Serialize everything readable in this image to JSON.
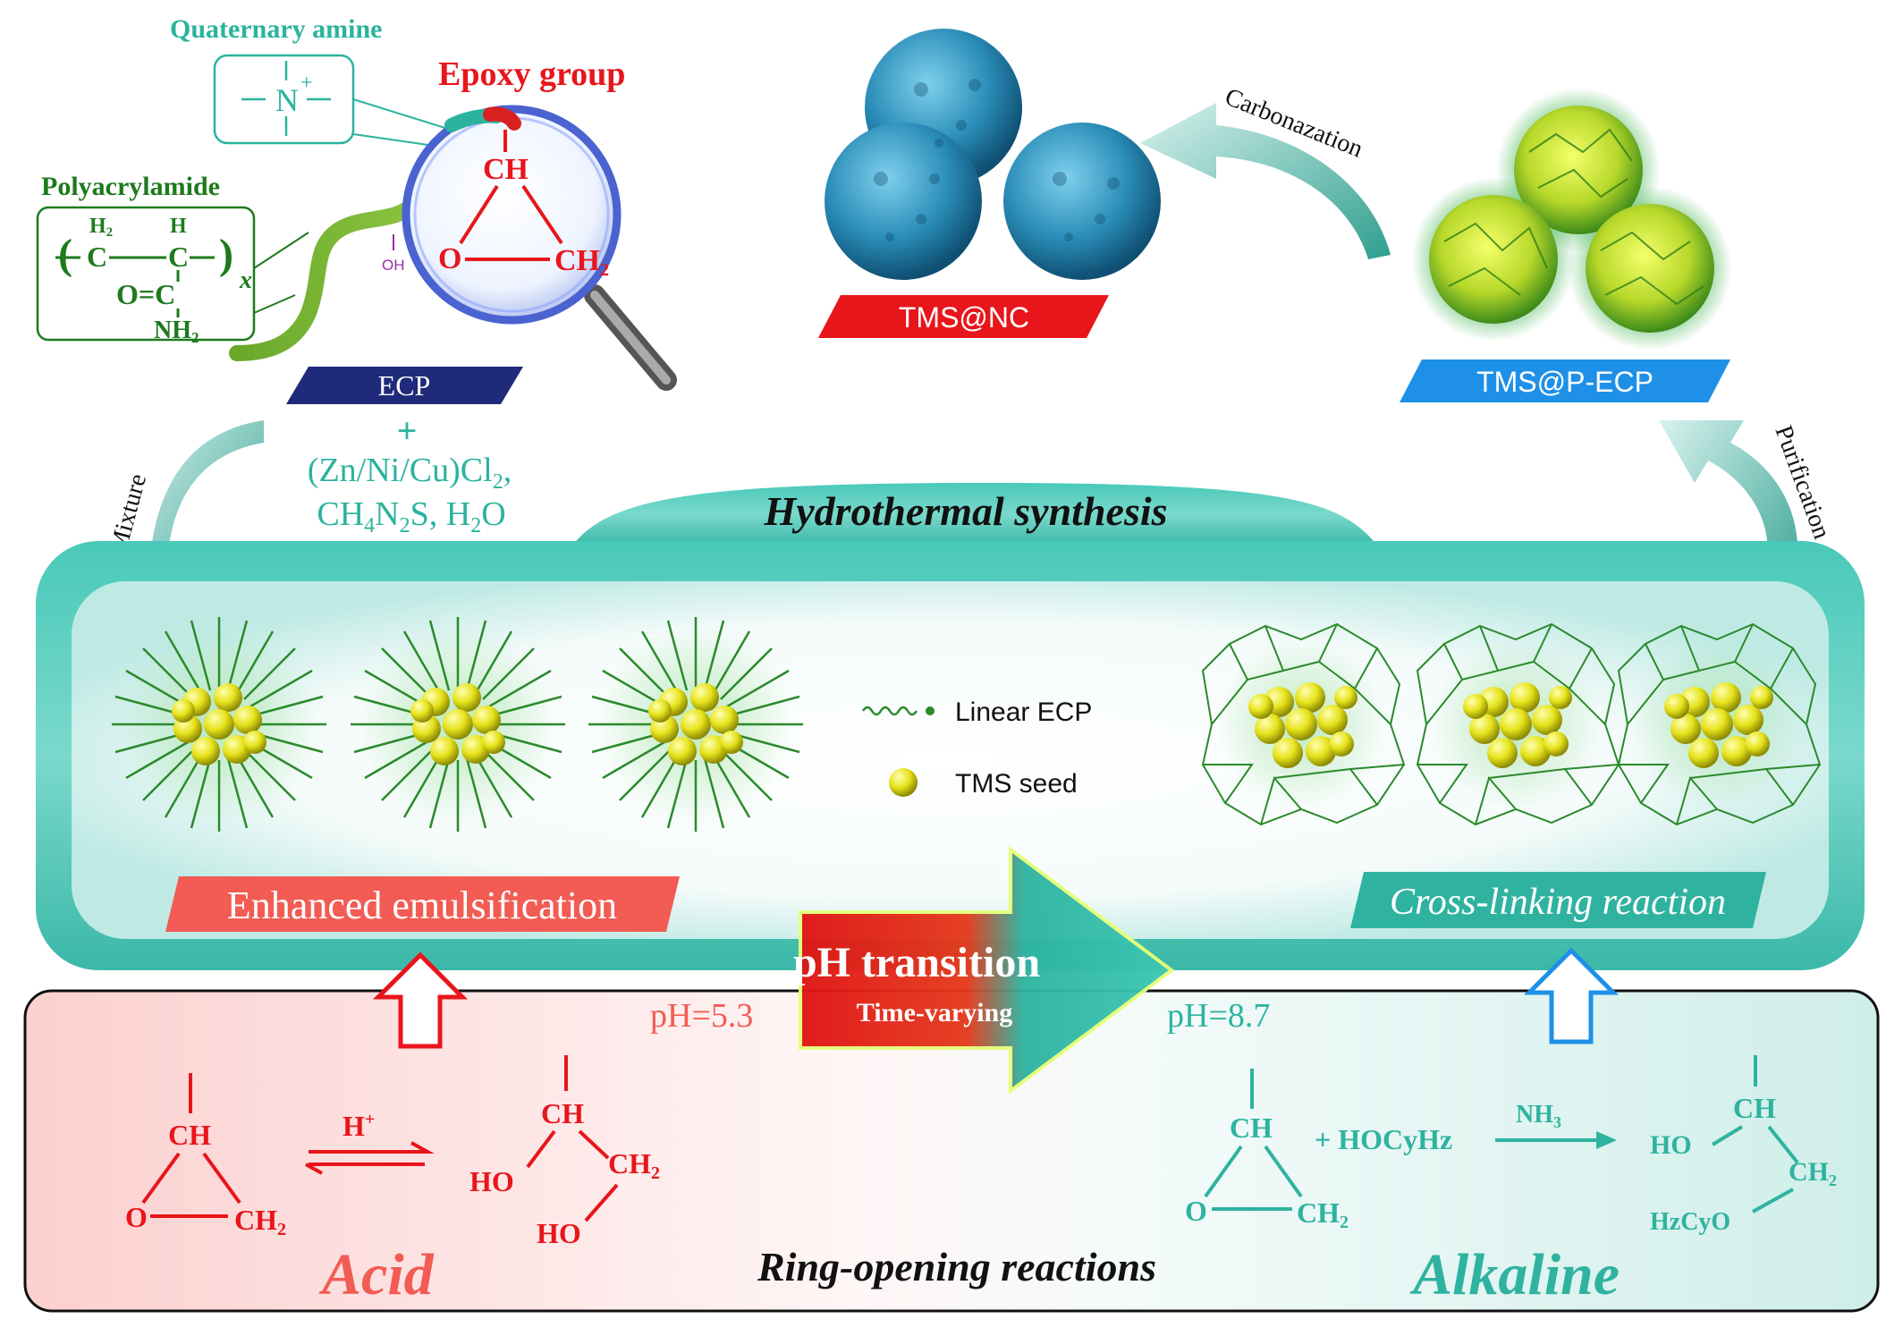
{
  "top_left": {
    "quaternary_amine_label": "Quaternary amine",
    "amine_formula": "N",
    "amine_charge": "+",
    "epoxy_group_label": "Epoxy group",
    "polyacrylamide_label": "Polyacrylamide",
    "oh_label": "OH",
    "ecp_badge": "ECP",
    "plus_sign": "+",
    "reagents_line1": "(Zn/Ni/Cu)Cl",
    "reagents_line1_sub": "2",
    "reagents_line1_tail": ",",
    "reagents_line2_a": "CH",
    "reagents_line2_b": "N",
    "reagents_line2_c": "S, H",
    "reagents_line2_d": "O",
    "sub4": "4",
    "sub2": "2"
  },
  "polyacrylamide_structure": {
    "h2": "H",
    "h2_sub": "2",
    "h": "H",
    "c1": "C",
    "c2": "C",
    "o_eq_c": "O=C",
    "nh2": "NH",
    "nh2_sub": "2",
    "x": "x"
  },
  "magnifier_epoxide": {
    "ch": "CH",
    "o": "O",
    "ch2": "CH",
    "ch2_sub": "2"
  },
  "top_center": {
    "badge": "TMS@NC",
    "arrow_label": "Carbonazation"
  },
  "top_right": {
    "badge": "TMS@P-ECP",
    "arrow_label": "Purification"
  },
  "mixture_label": "Mixture",
  "reactor": {
    "title": "Hydrothermal synthesis",
    "legend_linear": "Linear ECP",
    "legend_seed": "TMS seed",
    "left_banner": "Enhanced emulsification",
    "right_banner": "Cross-linking reaction",
    "center_arrow_line1": "pH transition",
    "center_arrow_line2": "Time-varying"
  },
  "bottom": {
    "title": "Ring-opening reactions",
    "acid_label": "Acid",
    "alkaline_label": "Alkaline",
    "ph_left": "pH=5.3",
    "ph_right": "pH=8.7",
    "acid_ch": "CH",
    "acid_o": "O",
    "acid_ch2": "CH",
    "acid_catalyst": "H",
    "acid_catalyst_sup": "+",
    "acid_prod_ch": "CH",
    "acid_prod_ho1": "HO",
    "acid_prod_ch2": "CH",
    "acid_prod_ho2": "HO",
    "alk_ch": "CH",
    "alk_o": "O",
    "alk_ch2": "CH",
    "alk_reagent": "+ HOCyHz",
    "alk_catalyst": "NH",
    "alk_catalyst_sub": "3",
    "alk_prod_ch": "CH",
    "alk_prod_ho": "HO",
    "alk_prod_ch2": "CH",
    "alk_prod_o": "HzCyO",
    "sub2": "2"
  },
  "colors": {
    "teal": "#3bbfae",
    "red": "#e8151b",
    "green": "#1d7a1d",
    "navy": "#1f2a7a",
    "blue": "#1e90e8",
    "salmon": "#f25c54"
  }
}
